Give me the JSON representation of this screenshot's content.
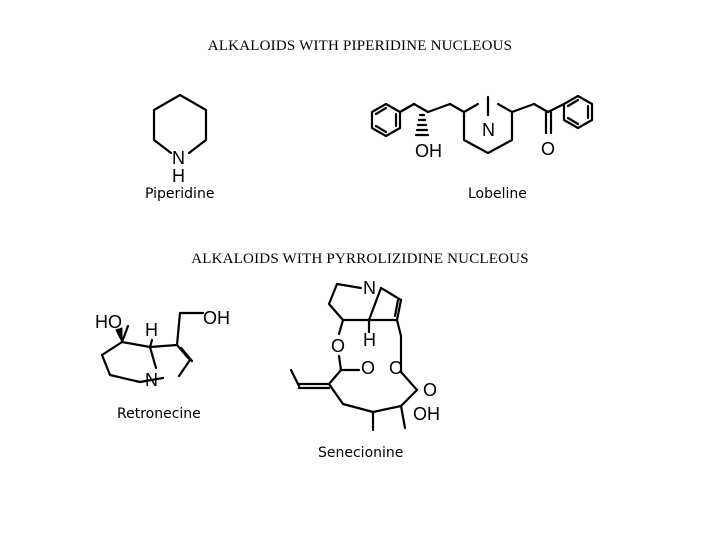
{
  "headings": {
    "piperidine_section": "ALKALOIDS WITH PIPERIDINE NUCLEOUS",
    "pyrrolizidine_section": "ALKALOIDS WITH PYRROLIZIDINE NUCLEOUS"
  },
  "compounds": {
    "piperidine": {
      "name": "Piperidine",
      "atoms": {
        "n": "N",
        "h": "H"
      }
    },
    "lobeline": {
      "name": "Lobeline",
      "atoms": {
        "n": "N",
        "oh": "OH",
        "o": "O"
      }
    },
    "retronecine": {
      "name": "Retronecine",
      "atoms": {
        "ho": "HO",
        "h": "H",
        "oh": "OH",
        "n": "N"
      }
    },
    "senecionine": {
      "name": "Senecionine",
      "atoms": {
        "n": "N",
        "h": "H",
        "o1": "O",
        "o2": "O",
        "o3": "O",
        "o4": "O",
        "oh": "OH"
      }
    }
  }
}
